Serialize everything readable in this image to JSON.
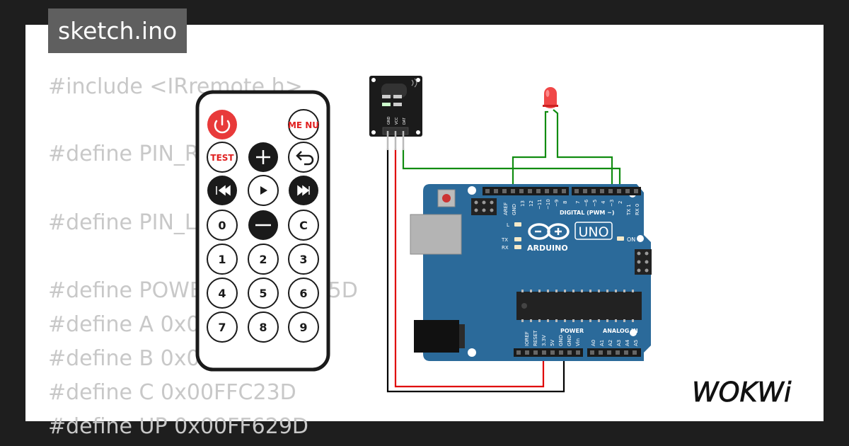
{
  "tab": {
    "filename": "sketch.ino"
  },
  "code": {
    "lines": [
      "#include <IRremote.h>",
      "",
      "#define PIN_R",
      "",
      "#define PIN_L",
      "",
      "#define POWER 0x00FFA25D",
      "#define A 0x00",
      "#define B 0x00",
      "#define C 0x00FFC23D",
      "#define UP 0x00FF629D"
    ]
  },
  "remote": {
    "buttons": {
      "menu": "ME NU",
      "test": "TEST",
      "zero": "0",
      "c": "C",
      "one": "1",
      "two": "2",
      "three": "3",
      "four": "4",
      "five": "5",
      "six": "6",
      "seven": "7",
      "eight": "8",
      "nine": "9"
    }
  },
  "ir_receiver": {
    "pins": [
      "GND",
      "VCC",
      "DAT"
    ]
  },
  "arduino": {
    "logo_text": "ARDUINO",
    "model": "UNO",
    "on_label": "ON",
    "led_labels": {
      "l": "L",
      "tx": "TX",
      "rx": "RX"
    },
    "digital_header_label": "DIGITAL (PWM ~)",
    "digital_pins": [
      "AREF",
      "GND",
      "13",
      "12",
      "~11",
      "~10",
      "~9",
      "8",
      "7",
      "~6",
      "~5",
      "4",
      "~3",
      "2",
      "TX 1",
      "RX 0"
    ],
    "power_header_label": "POWER",
    "analog_header_label": "ANALOG IN",
    "power_pins": [
      "IOREF",
      "RESET",
      "3.3V",
      "5V",
      "GND",
      "GND",
      "Vin"
    ],
    "analog_pins": [
      "A0",
      "A1",
      "A2",
      "A3",
      "A4",
      "A5"
    ]
  },
  "brand": {
    "logo": "WOKWi"
  },
  "colors": {
    "board_blue": "#2b6a9a",
    "wire_red": "#e00000",
    "wire_green": "#118c11",
    "wire_black": "#000000",
    "power_button_red": "#e83a3a",
    "led_red": "#ee3333"
  }
}
